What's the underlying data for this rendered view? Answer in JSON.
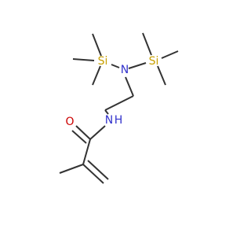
{
  "molecule": {
    "atoms": {
      "si_left": {
        "label": "Si",
        "color": "#C8A000"
      },
      "n_top": {
        "label": "N",
        "color": "#3333CC"
      },
      "si_right": {
        "label": "Si",
        "color": "#C8A000"
      },
      "n_amide": {
        "label": "N",
        "color": "#3333CC"
      },
      "h_amide": {
        "label": "H",
        "color": "#3333CC"
      },
      "o_carbonyl": {
        "label": "O",
        "color": "#CC0000"
      }
    },
    "bond_color": "#333333"
  }
}
